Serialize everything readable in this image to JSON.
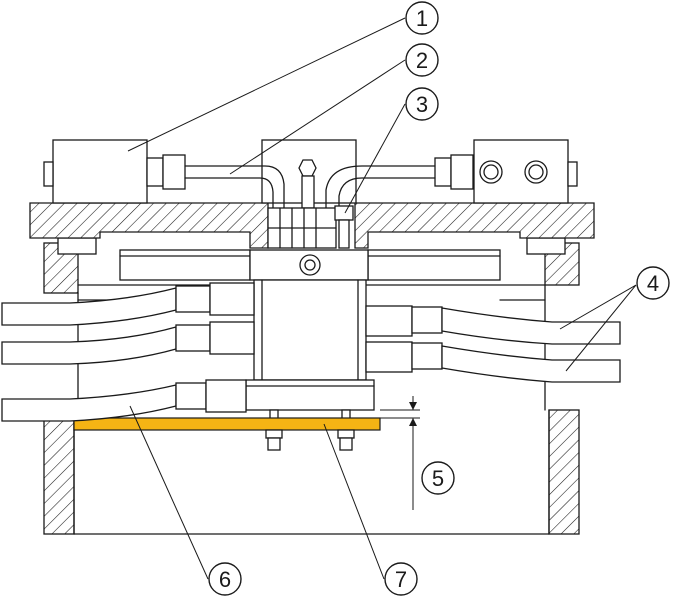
{
  "diagram": {
    "colors": {
      "line": "#1a1a1a",
      "plate": "#f5b414",
      "background": "#ffffff"
    },
    "callouts": [
      {
        "id": "1",
        "label": "1"
      },
      {
        "id": "2",
        "label": "2"
      },
      {
        "id": "3",
        "label": "3"
      },
      {
        "id": "4",
        "label": "4"
      },
      {
        "id": "5",
        "label": "5"
      },
      {
        "id": "6",
        "label": "6"
      },
      {
        "id": "7",
        "label": "7"
      }
    ]
  }
}
